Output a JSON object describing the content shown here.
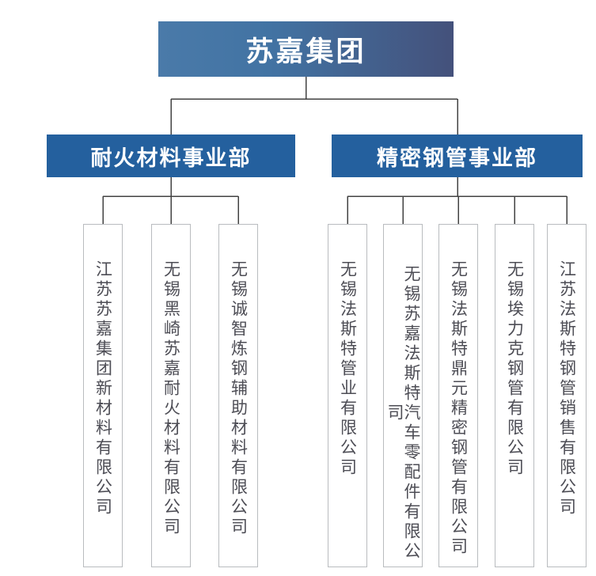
{
  "org_chart": {
    "root": {
      "label": "苏嘉集团"
    },
    "divisions": [
      {
        "label": "耐火材料事业部",
        "companies": [
          "江苏苏嘉集团新材料有限公司",
          "无锡黑崎苏嘉耐火材料有限公司",
          "无锡诚智炼钢辅助材料有限公司"
        ]
      },
      {
        "label": "精密钢管事业部",
        "companies": [
          "无锡法斯特管业有限公司",
          "无锡苏嘉法斯特汽车零配件有限公司",
          "无锡法斯特鼎元精密钢管有限公司",
          "无锡埃力克钢管有限公司",
          "江苏法斯特钢管销售有限公司"
        ]
      }
    ],
    "colors": {
      "root_gradient_start": "#4a7aa9",
      "root_gradient_end": "#44517b",
      "division_fill": "#24609e",
      "connector_line": "#424242",
      "company_border": "#b9bcbf",
      "company_text": "#4d4d55",
      "node_text": "#ffffff"
    }
  }
}
